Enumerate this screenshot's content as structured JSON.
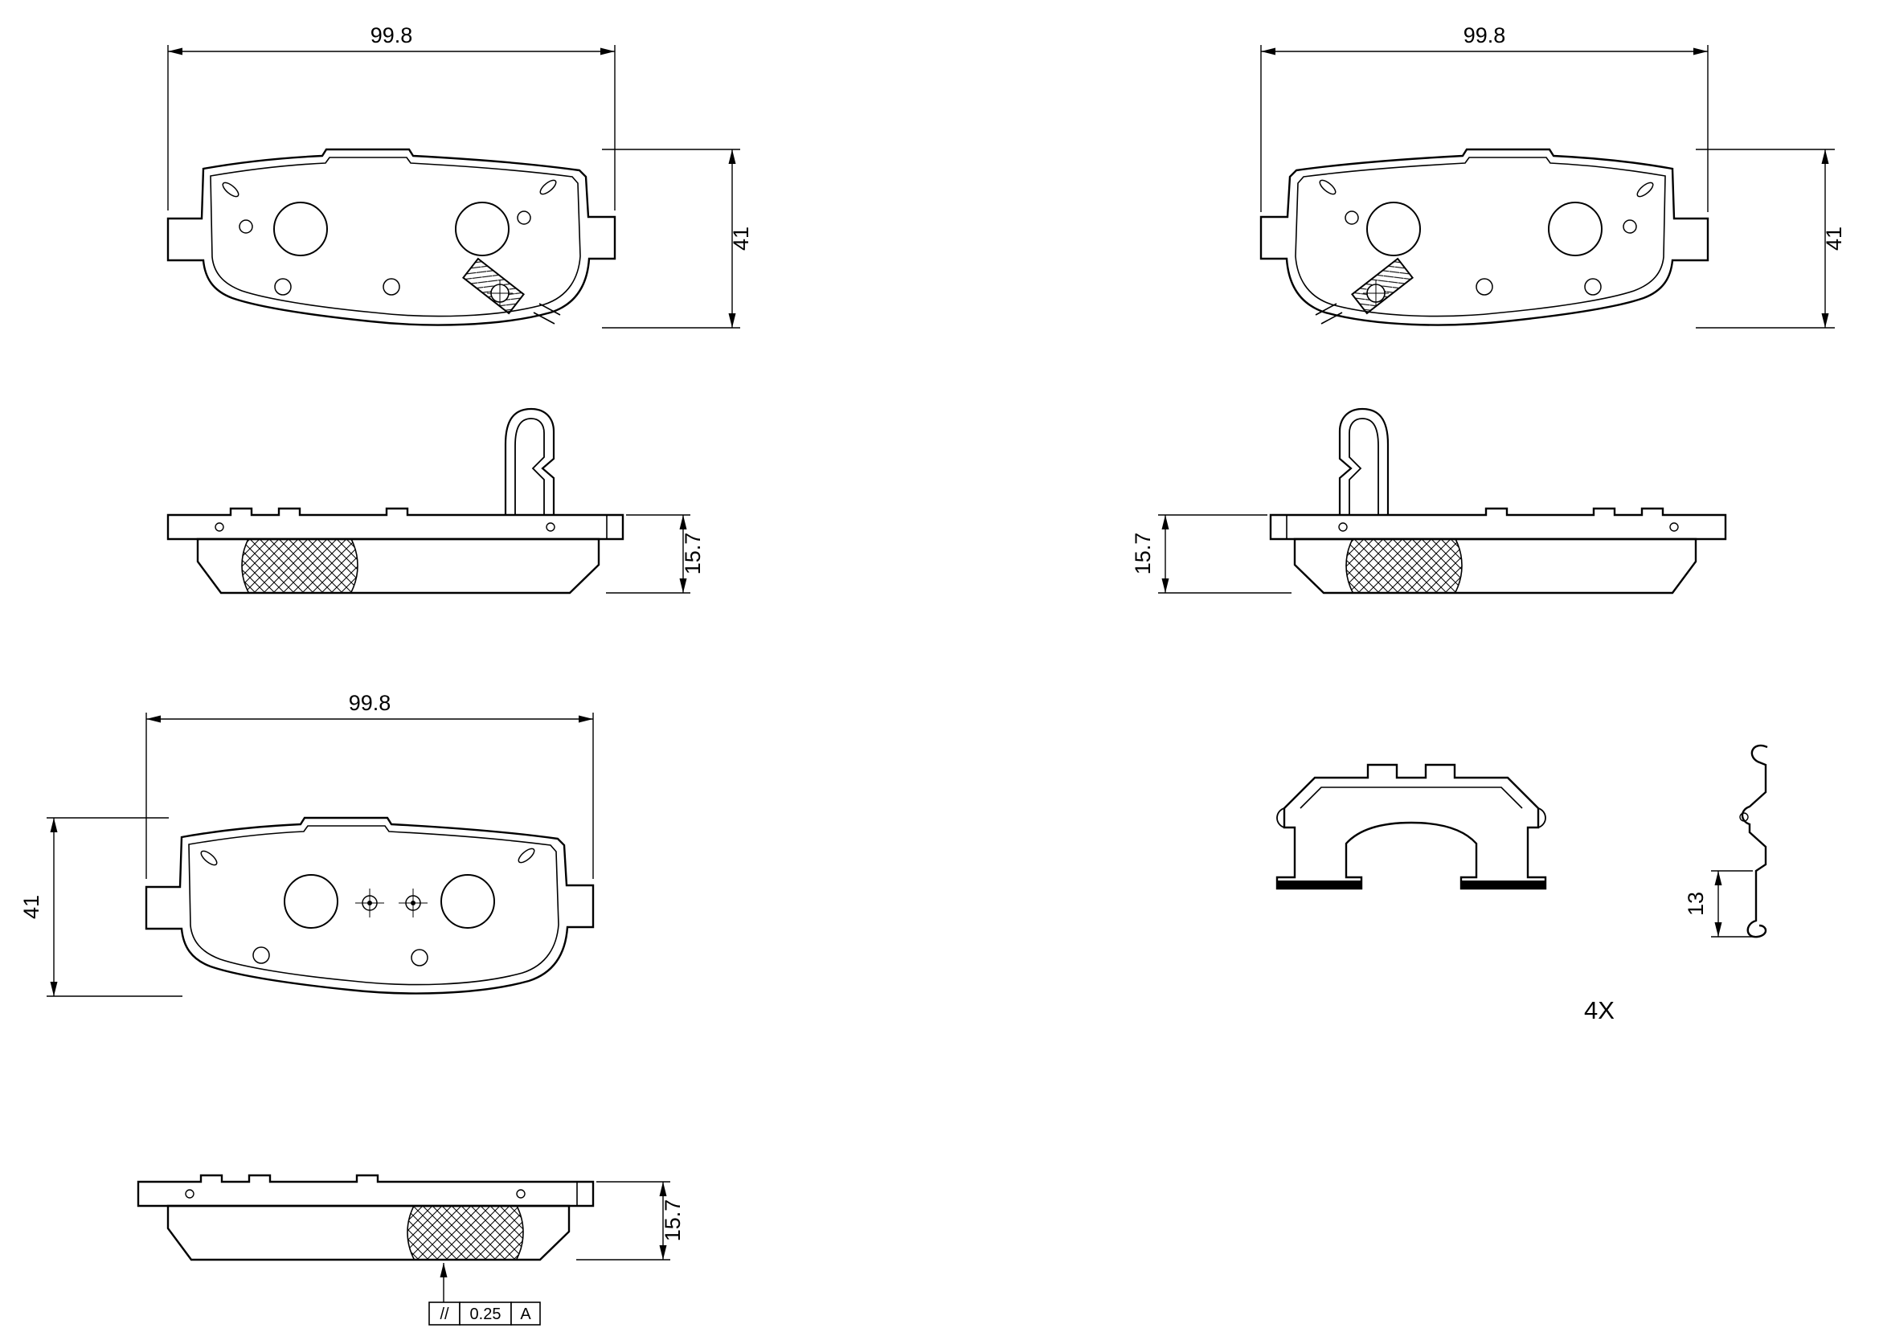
{
  "page": {
    "background": "#ffffff",
    "line_color": "#000000"
  },
  "views": {
    "pad_front_top_left": {
      "dim_width": "99.8",
      "dim_height": "41"
    },
    "pad_front_top_right": {
      "dim_width": "99.8",
      "dim_height": "41"
    },
    "pad_side_mid_left": {
      "dim_thickness": "15.7"
    },
    "pad_side_mid_right": {
      "dim_thickness": "15.7"
    },
    "pad_front_bottom_left": {
      "dim_width": "99.8",
      "dim_height": "41"
    },
    "pad_side_bottom": {
      "dim_thickness": "15.7"
    },
    "tolerance_frame": {
      "symbol": "//",
      "value": "0.25",
      "datum": "A"
    },
    "hardware_kit": {
      "dim_height": "13",
      "quantity_label": "4X"
    }
  }
}
